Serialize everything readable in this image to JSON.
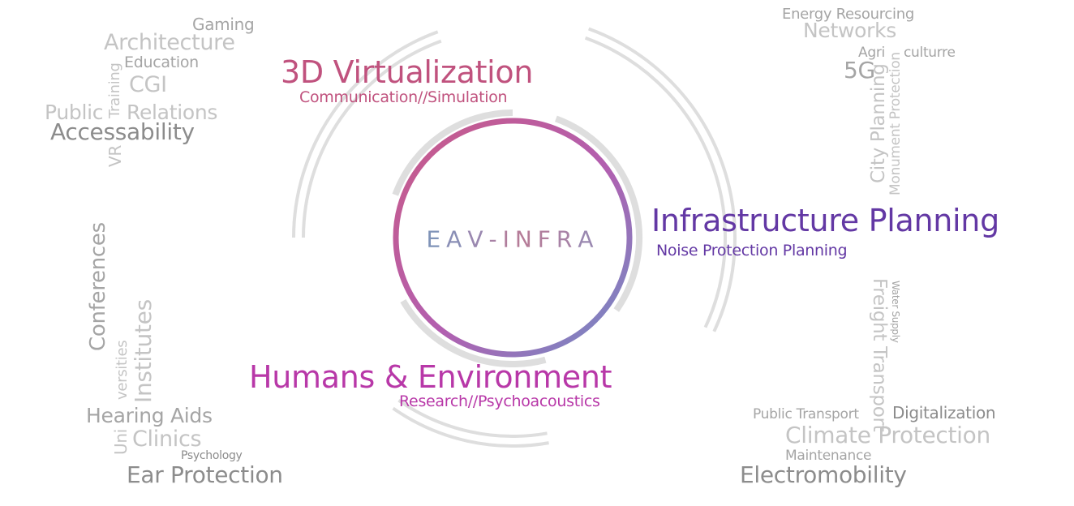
{
  "center": {
    "label": "EAV-INFRA",
    "gradient": [
      "#c95a88",
      "#b25fb0",
      "#6f8fc6"
    ]
  },
  "colors": {
    "virtualization": "#c0527e",
    "infrastructure": "#6338a4",
    "humans": "#b838a8",
    "ring_gray": "#dedede",
    "word_dark": "#8c8c8c",
    "word_mid": "#a5a5a5",
    "word_light": "#c4c4c4"
  },
  "sectors": {
    "virtualization": {
      "title": "3D Virtualization",
      "subtitle": "Communication//Simulation"
    },
    "infrastructure": {
      "title": "Infrastructure Planning",
      "subtitle": "Noise Protection Planning"
    },
    "humans": {
      "title": "Humans & Environment",
      "subtitle": "Research//Psychoacoustics"
    }
  },
  "words": {
    "top_left": {
      "gaming": "Gaming",
      "architecture": "Architecture",
      "education": "Education",
      "training": "Training",
      "cgi": "CGI",
      "public": "Public",
      "relations": "Relations",
      "accessability": "Accessability",
      "vr": "VR"
    },
    "bottom_left": {
      "conferences": "Conferences",
      "institutes": "Institutes",
      "versities": "versities",
      "uni": "Uni",
      "hearing_aids": "Hearing Aids",
      "clinics": "Clinics",
      "psychology": "Psychology",
      "ear_protection": "Ear Protection"
    },
    "top_right": {
      "energy_resourcing": "Energy Resourcing",
      "networks": "Networks",
      "agri": "Agri",
      "culturre": "culturre",
      "five_g": "5G",
      "city_planning": "City Planning",
      "monument_protection": "Monument Protection"
    },
    "bottom_right": {
      "water_supply": "Water Supply",
      "freight_transport": "Freight Transport",
      "public_transport": "Public Transport",
      "digitalization": "Digitalization",
      "climate_protection": "Climate Protection",
      "maintenance": "Maintenance",
      "electromobility": "Electromobility"
    }
  }
}
